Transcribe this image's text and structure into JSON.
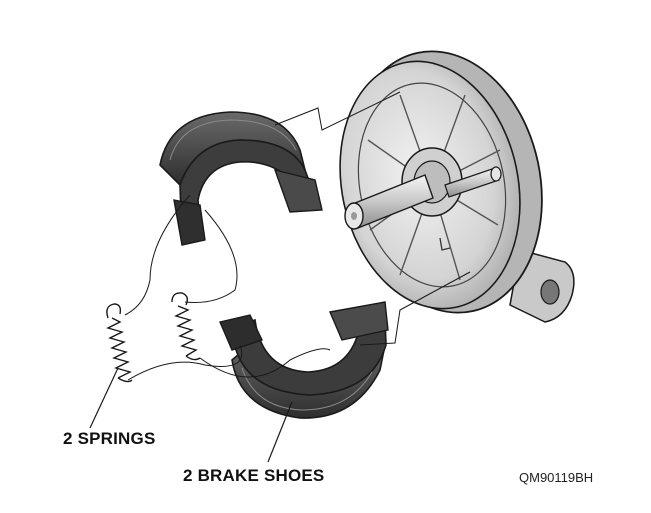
{
  "labels": {
    "springs": "2 SPRINGS",
    "brake_shoes": "2 BRAKE SHOES",
    "figure_code": "QM90119BH"
  },
  "colors": {
    "shoe_dark": "#3b3b3b",
    "shoe_face": "#555555",
    "plate_light": "#d9d9d9",
    "plate_mid": "#b8b8b8",
    "outline": "#1a1a1a"
  }
}
